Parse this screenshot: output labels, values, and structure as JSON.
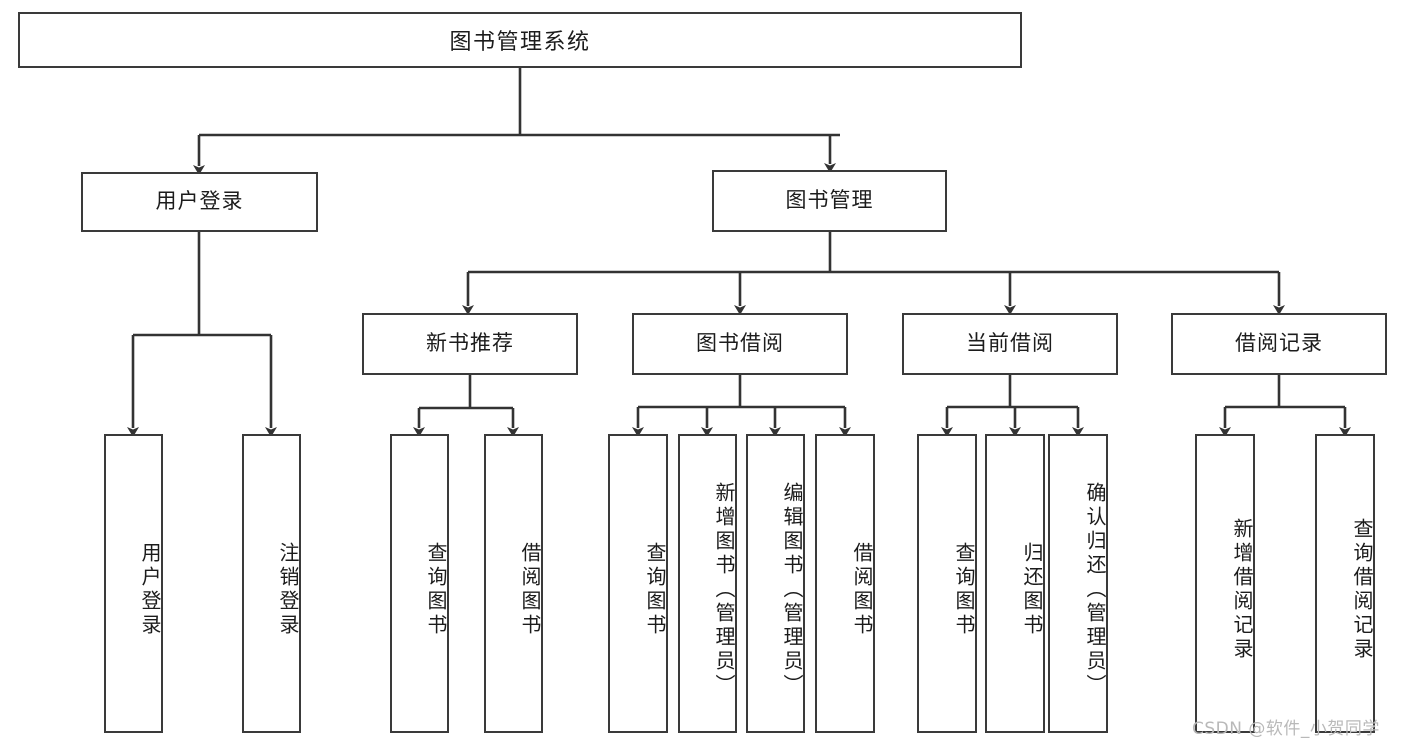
{
  "diagram": {
    "title": "图书管理系统",
    "type": "tree-hierarchy-chart",
    "watermark": "CSDN @软件_小贺同学",
    "colors": {
      "background": "#ffffff",
      "box_border": "#3a3a3a",
      "box_fill": "#ffffff",
      "connector": "#333333",
      "text": "#1c1c1c",
      "watermark": "#b9b9b9"
    },
    "root": {
      "label": "图书管理系统"
    },
    "level1": [
      {
        "label": "用户登录"
      },
      {
        "label": "图书管理"
      }
    ],
    "level2": [
      {
        "label": "新书推荐"
      },
      {
        "label": "图书借阅"
      },
      {
        "label": "当前借阅"
      },
      {
        "label": "借阅记录"
      }
    ],
    "leaves": {
      "user_login": [
        {
          "label": "用户登录"
        },
        {
          "label": "注销登录"
        }
      ],
      "new_book_recommend": [
        {
          "label": "查询图书"
        },
        {
          "label": "借阅图书"
        }
      ],
      "book_borrow": [
        {
          "label": "查询图书"
        },
        {
          "label": "新增图书（管理员）"
        },
        {
          "label": "编辑图书（管理员）"
        },
        {
          "label": "借阅图书"
        }
      ],
      "current_borrow": [
        {
          "label": "查询图书"
        },
        {
          "label": "归还图书"
        },
        {
          "label": "确认归还（管理员）"
        }
      ],
      "borrow_record": [
        {
          "label": "新增借阅记录"
        },
        {
          "label": "查询借阅记录"
        }
      ]
    }
  }
}
